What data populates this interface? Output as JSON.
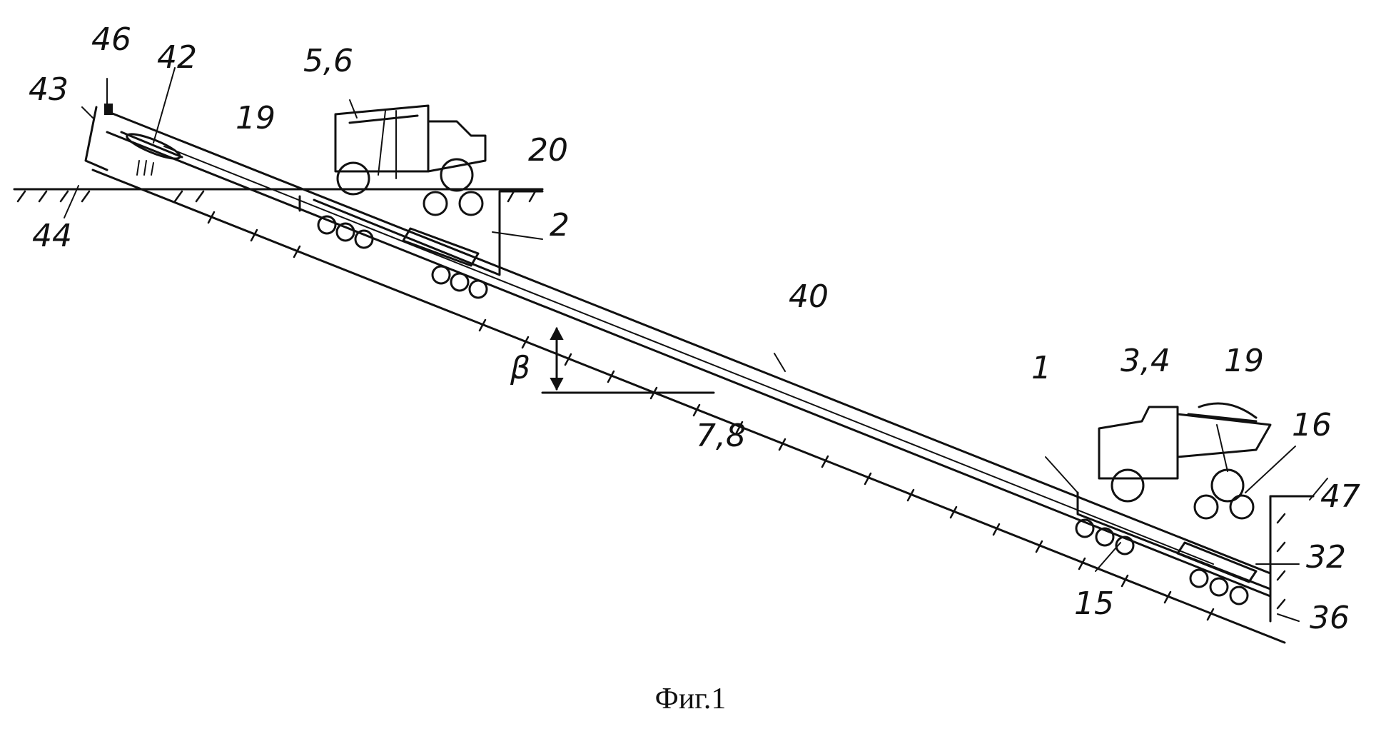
{
  "figure": {
    "caption": "Фиг.1",
    "labels": {
      "l46": "46",
      "l43": "43",
      "l42": "42",
      "l56": "5,6",
      "l19a": "19",
      "l20": "20",
      "l2": "2",
      "l44": "44",
      "l40": "40",
      "lbeta": "β",
      "l78": "7,8",
      "l1": "1",
      "l34": "3,4",
      "l19b": "19",
      "l16": "16",
      "l47": "47",
      "l32": "32",
      "l15": "15",
      "l36": "36"
    }
  }
}
